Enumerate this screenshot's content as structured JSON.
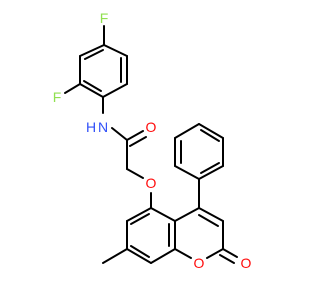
{
  "molecule": {
    "atoms": {
      "f_top": {
        "symbol": "F",
        "color": "#90e050"
      },
      "f_left": {
        "symbol": "F",
        "color": "#90e050"
      },
      "nh": {
        "symbol": "N",
        "h": "H",
        "color": "#3050f8"
      },
      "o_amide": {
        "symbol": "O",
        "color": "#ff0d0d"
      },
      "o_ether": {
        "symbol": "O",
        "color": "#ff0d0d"
      },
      "o_ring": {
        "symbol": "O",
        "color": "#ff0d0d"
      },
      "o_carbonyl": {
        "symbol": "O",
        "color": "#ff0d0d"
      }
    },
    "bond_color": "#000000"
  }
}
